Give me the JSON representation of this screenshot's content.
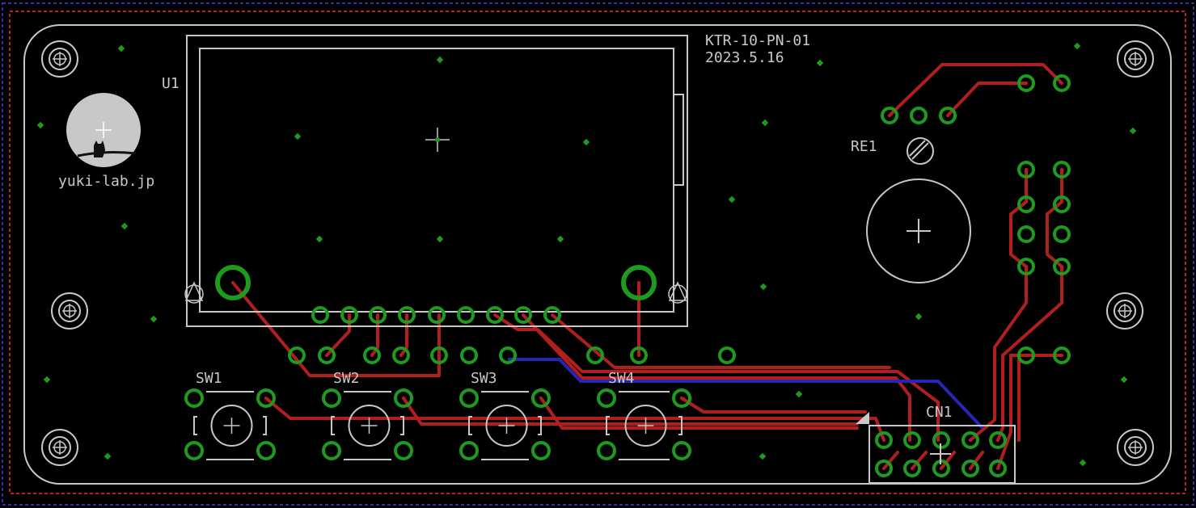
{
  "board": {
    "id": "KTR-10-PN-01",
    "date": "2023.5.16",
    "logo_text": "yuki-lab.jp"
  },
  "refdes": {
    "u1": "U1",
    "re1": "RE1",
    "sw1": "SW1",
    "sw2": "SW2",
    "sw3": "SW3",
    "sw4": "SW4",
    "cn1": "CN1"
  },
  "colors": {
    "background": "#000000",
    "silkscreen": "#c8c8c8",
    "pad": "#1e9a1e",
    "top_copper": "#b01e1e",
    "bottom_copper": "#2626b4",
    "outline_red": "#c02020",
    "outline_blue": "#3030b0"
  }
}
